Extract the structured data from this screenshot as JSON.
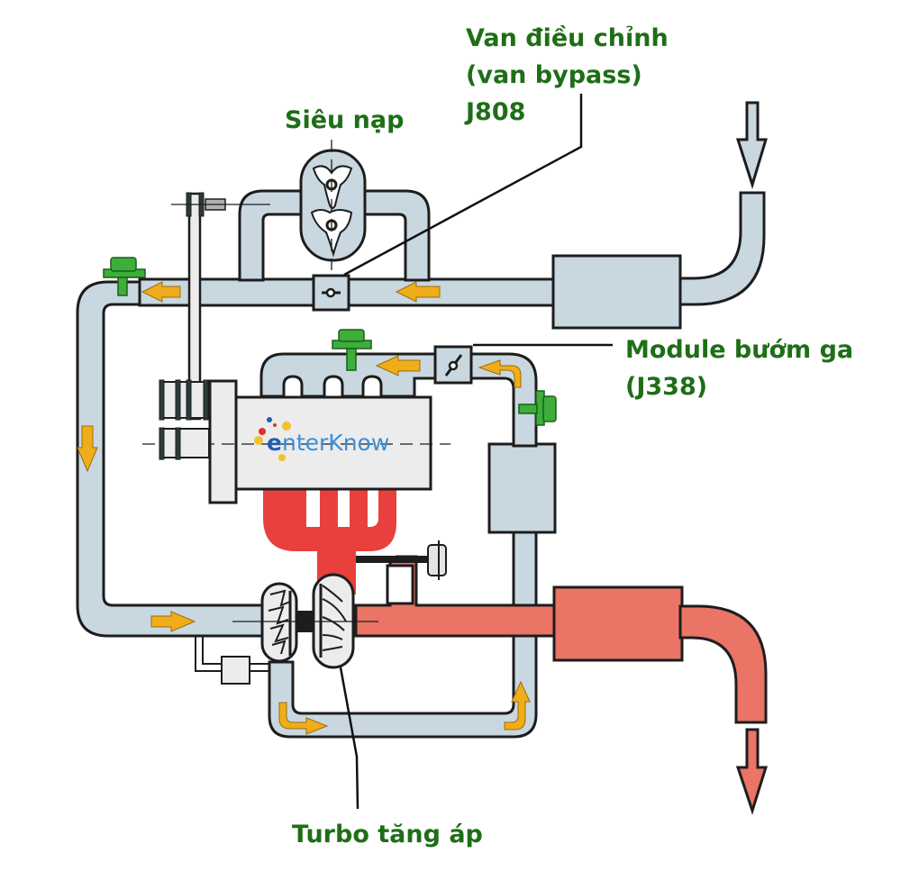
{
  "diagram": {
    "title": "Engine with supercharger and turbocharger (twincharger) air path",
    "colors": {
      "label_green": "#1e6e17",
      "intake_air": "#c9d7e0",
      "exhaust_hot": "#e8413d",
      "exhaust_warm": "#ea7466",
      "flow_arrow": "#f0ad1a",
      "sensor_green": "#3dae3a",
      "engine_block": "#ececec",
      "outline": "#1d1d1d"
    },
    "labels": {
      "bypass_valve": {
        "line1": "Van điều chỉnh",
        "line2": "(van bypass)",
        "line3": "J808"
      },
      "supercharger": "Siêu nạp",
      "throttle_module": {
        "line1": "Module bướm ga",
        "line2": "(J338)"
      },
      "turbocharger": "Turbo tăng áp"
    },
    "watermark": {
      "text_prefix": "e",
      "text": "nterKnow"
    },
    "components": [
      {
        "id": "air-filter",
        "name": "Air filter"
      },
      {
        "id": "supercharger",
        "name": "Supercharger"
      },
      {
        "id": "bypass-valve",
        "name": "Bypass valve J808"
      },
      {
        "id": "throttle-module",
        "name": "Throttle module J338"
      },
      {
        "id": "intercooler",
        "name": "Intercooler"
      },
      {
        "id": "engine",
        "name": "Engine"
      },
      {
        "id": "turbocharger",
        "name": "Turbocharger"
      },
      {
        "id": "wastegate-actuator",
        "name": "Wastegate actuator"
      },
      {
        "id": "muffler",
        "name": "Exhaust muffler"
      }
    ],
    "flow": {
      "intake": "in",
      "exhaust": "out"
    }
  }
}
